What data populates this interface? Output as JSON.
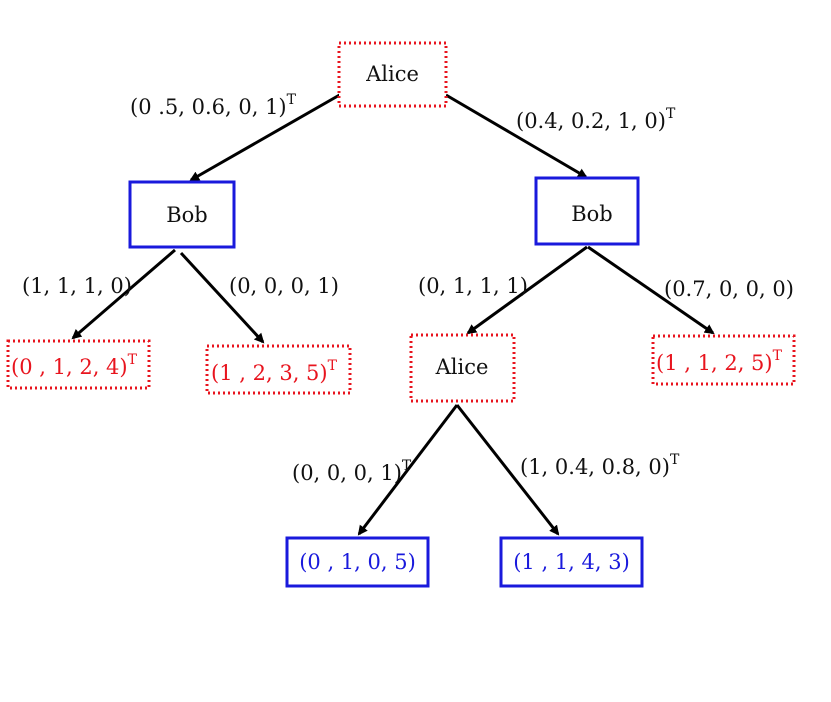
{
  "colors": {
    "edge": "#000000",
    "dotted_node": "#e8141e",
    "solid_node": "#1a1adc",
    "label_text": "#111111"
  },
  "nodes": {
    "alice_root": {
      "label": "Alice",
      "style": "dotted"
    },
    "bob_left": {
      "label": "Bob",
      "style": "solid"
    },
    "bob_right": {
      "label": "Bob",
      "style": "solid"
    },
    "alice_mid": {
      "label": "Alice",
      "style": "dotted"
    },
    "leaf_1": {
      "label": "(0 , 1, 2, 4)",
      "sup": "T",
      "style": "dotted"
    },
    "leaf_2": {
      "label": "(1 , 2, 3, 5)",
      "sup": "T",
      "style": "dotted"
    },
    "leaf_3": {
      "label": "(1 , 1, 2, 5)",
      "sup": "T",
      "style": "dotted"
    },
    "leaf_4": {
      "label": "(0 , 1, 0, 5)",
      "style": "solid"
    },
    "leaf_5": {
      "label": "(1 , 1, 4, 3)",
      "style": "solid"
    }
  },
  "edges": {
    "root_to_bob_left": {
      "label": "(0 .5, 0.6, 0, 1)",
      "sup": "T"
    },
    "root_to_bob_right": {
      "label": "(0.4, 0.2, 1, 0)",
      "sup": "T"
    },
    "bob_left_to_leaf_1": {
      "label": "(1, 1, 1, 0)"
    },
    "bob_left_to_leaf_2": {
      "label": "(0, 0, 0, 1)"
    },
    "bob_right_to_alice": {
      "label": "(0, 1, 1, 1)"
    },
    "bob_right_to_leaf_3": {
      "label": "(0.7, 0, 0, 0)"
    },
    "alice_to_leaf_4": {
      "label": "(0, 0, 0, 1)",
      "sup": "T"
    },
    "alice_to_leaf_5": {
      "label": "(1, 0.4, 0.8, 0)",
      "sup": "T"
    }
  }
}
